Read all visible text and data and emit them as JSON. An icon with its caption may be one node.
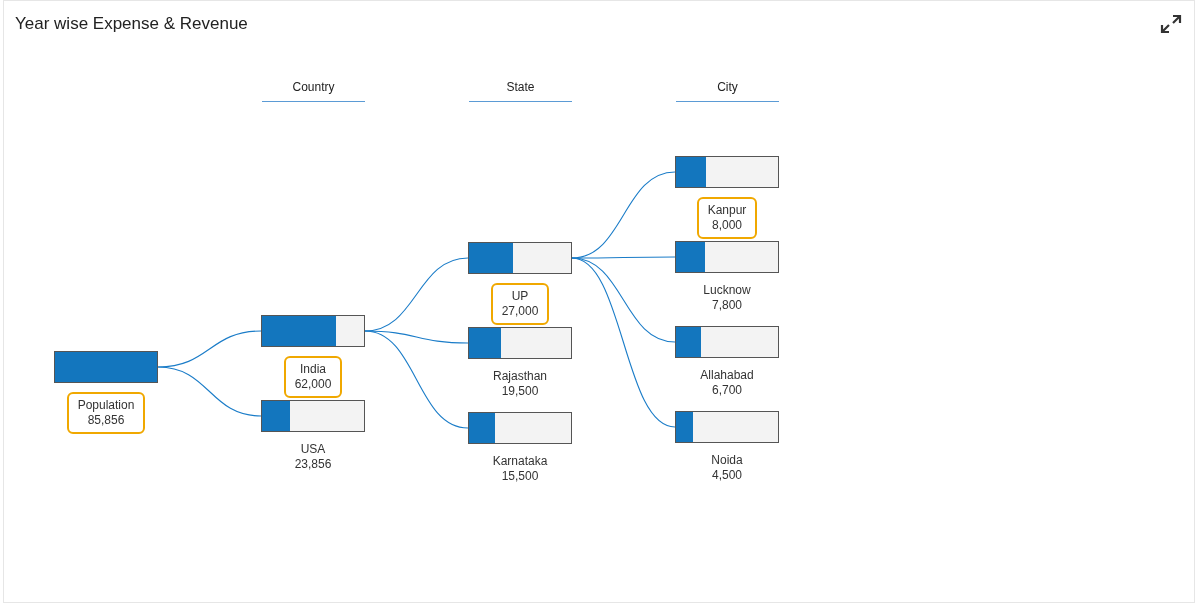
{
  "diagram": {
    "title": "Year wise Expense & Revenue",
    "nodes": [
      {
        "text": [
          "Population",
          "85,856"
        ]
      },
      {
        "text": [
          "India",
          "62,000"
        ]
      },
      {
        "text": [
          "USA",
          "23,856"
        ]
      },
      {
        "text": [
          "UP",
          "27,000"
        ]
      },
      {
        "text": [
          "Rajasthan",
          "19,500"
        ]
      },
      {
        "text": [
          "Karnataka",
          "15,500"
        ]
      },
      {
        "text": [
          "Kanpur",
          "8,000"
        ]
      },
      {
        "text": [
          "Lucknow",
          "7,800"
        ]
      },
      {
        "text": [
          "Allahabad",
          "6,700"
        ]
      },
      {
        "text": [
          "Noida",
          "4,500"
        ]
      }
    ],
    "edges": [
      {
        "from": 0,
        "to": 1,
        "arrow": "none"
      },
      {
        "from": 0,
        "to": 2,
        "arrow": "none"
      },
      {
        "from": 1,
        "to": 3,
        "arrow": "none"
      },
      {
        "from": 1,
        "to": 4,
        "arrow": "none"
      },
      {
        "from": 1,
        "to": 5,
        "arrow": "none"
      },
      {
        "from": 3,
        "to": 6,
        "arrow": "none"
      },
      {
        "from": 3,
        "to": 7,
        "arrow": "none"
      },
      {
        "from": 3,
        "to": 8,
        "arrow": "none"
      },
      {
        "from": 3,
        "to": 9,
        "arrow": "none"
      }
    ],
    "labels": [
      "Country",
      "State",
      "City"
    ]
  }
}
